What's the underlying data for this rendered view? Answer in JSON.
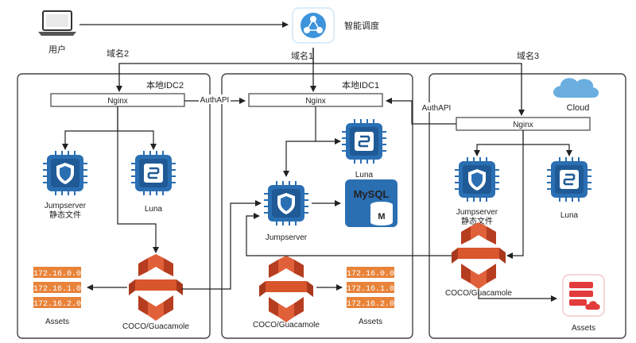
{
  "user": {
    "label": "用户"
  },
  "scheduler": {
    "label": "智能调度"
  },
  "domains": [
    "域名2",
    "域名1",
    "域名3"
  ],
  "regions": {
    "idc2": {
      "title": "本地IDC2"
    },
    "idc1": {
      "title": "本地IDC1"
    },
    "cloud": {
      "title": "Cloud"
    }
  },
  "nginx_label": "Nginx",
  "auth_api_label": "AuthAPI",
  "components": {
    "jumpserver_static": [
      "Jumpserver",
      "静态文件"
    ],
    "jumpserver": "Jumpserver",
    "luna": "Luna",
    "coco": "COCO/Guacamole",
    "mysql": "MySQL",
    "assets": "Assets"
  },
  "ip_list": [
    "172.16.0.0",
    "172.16.1.0",
    "172.16.2.0"
  ],
  "colors": {
    "chip_blue": "#2b6fb3",
    "chip_dark": "#1f5a96",
    "aws_orange": "#d9552b",
    "ip_orange": "#e8833a",
    "cloud_blue": "#6aaee0",
    "assets_red": "#e23b3b"
  }
}
